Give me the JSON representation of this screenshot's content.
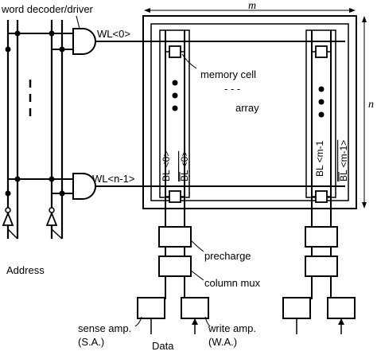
{
  "labels": {
    "word_decoder": "word decoder/driver",
    "wl0": "WL<0>",
    "wln1": "WL<n-1>",
    "memory_cell": "memory cell",
    "array_dashes": "- - -",
    "array": "array",
    "m": "m",
    "n": "n",
    "bl0": "BL <0>",
    "blb0": "BL <0>",
    "blm1": "BL <m-1",
    "blbm1": "BL <m-1>",
    "precharge": "precharge",
    "column_mux": "column mux",
    "address": "Address",
    "sense_amp_line1": "sense amp.",
    "sense_amp_line2": "(S.A.)",
    "data": "Data",
    "write_amp_line1": "write amp.",
    "write_amp_line2": "(W.A.)",
    "dots_v": "•\n•\n•",
    "dashes_v": "- - -"
  }
}
